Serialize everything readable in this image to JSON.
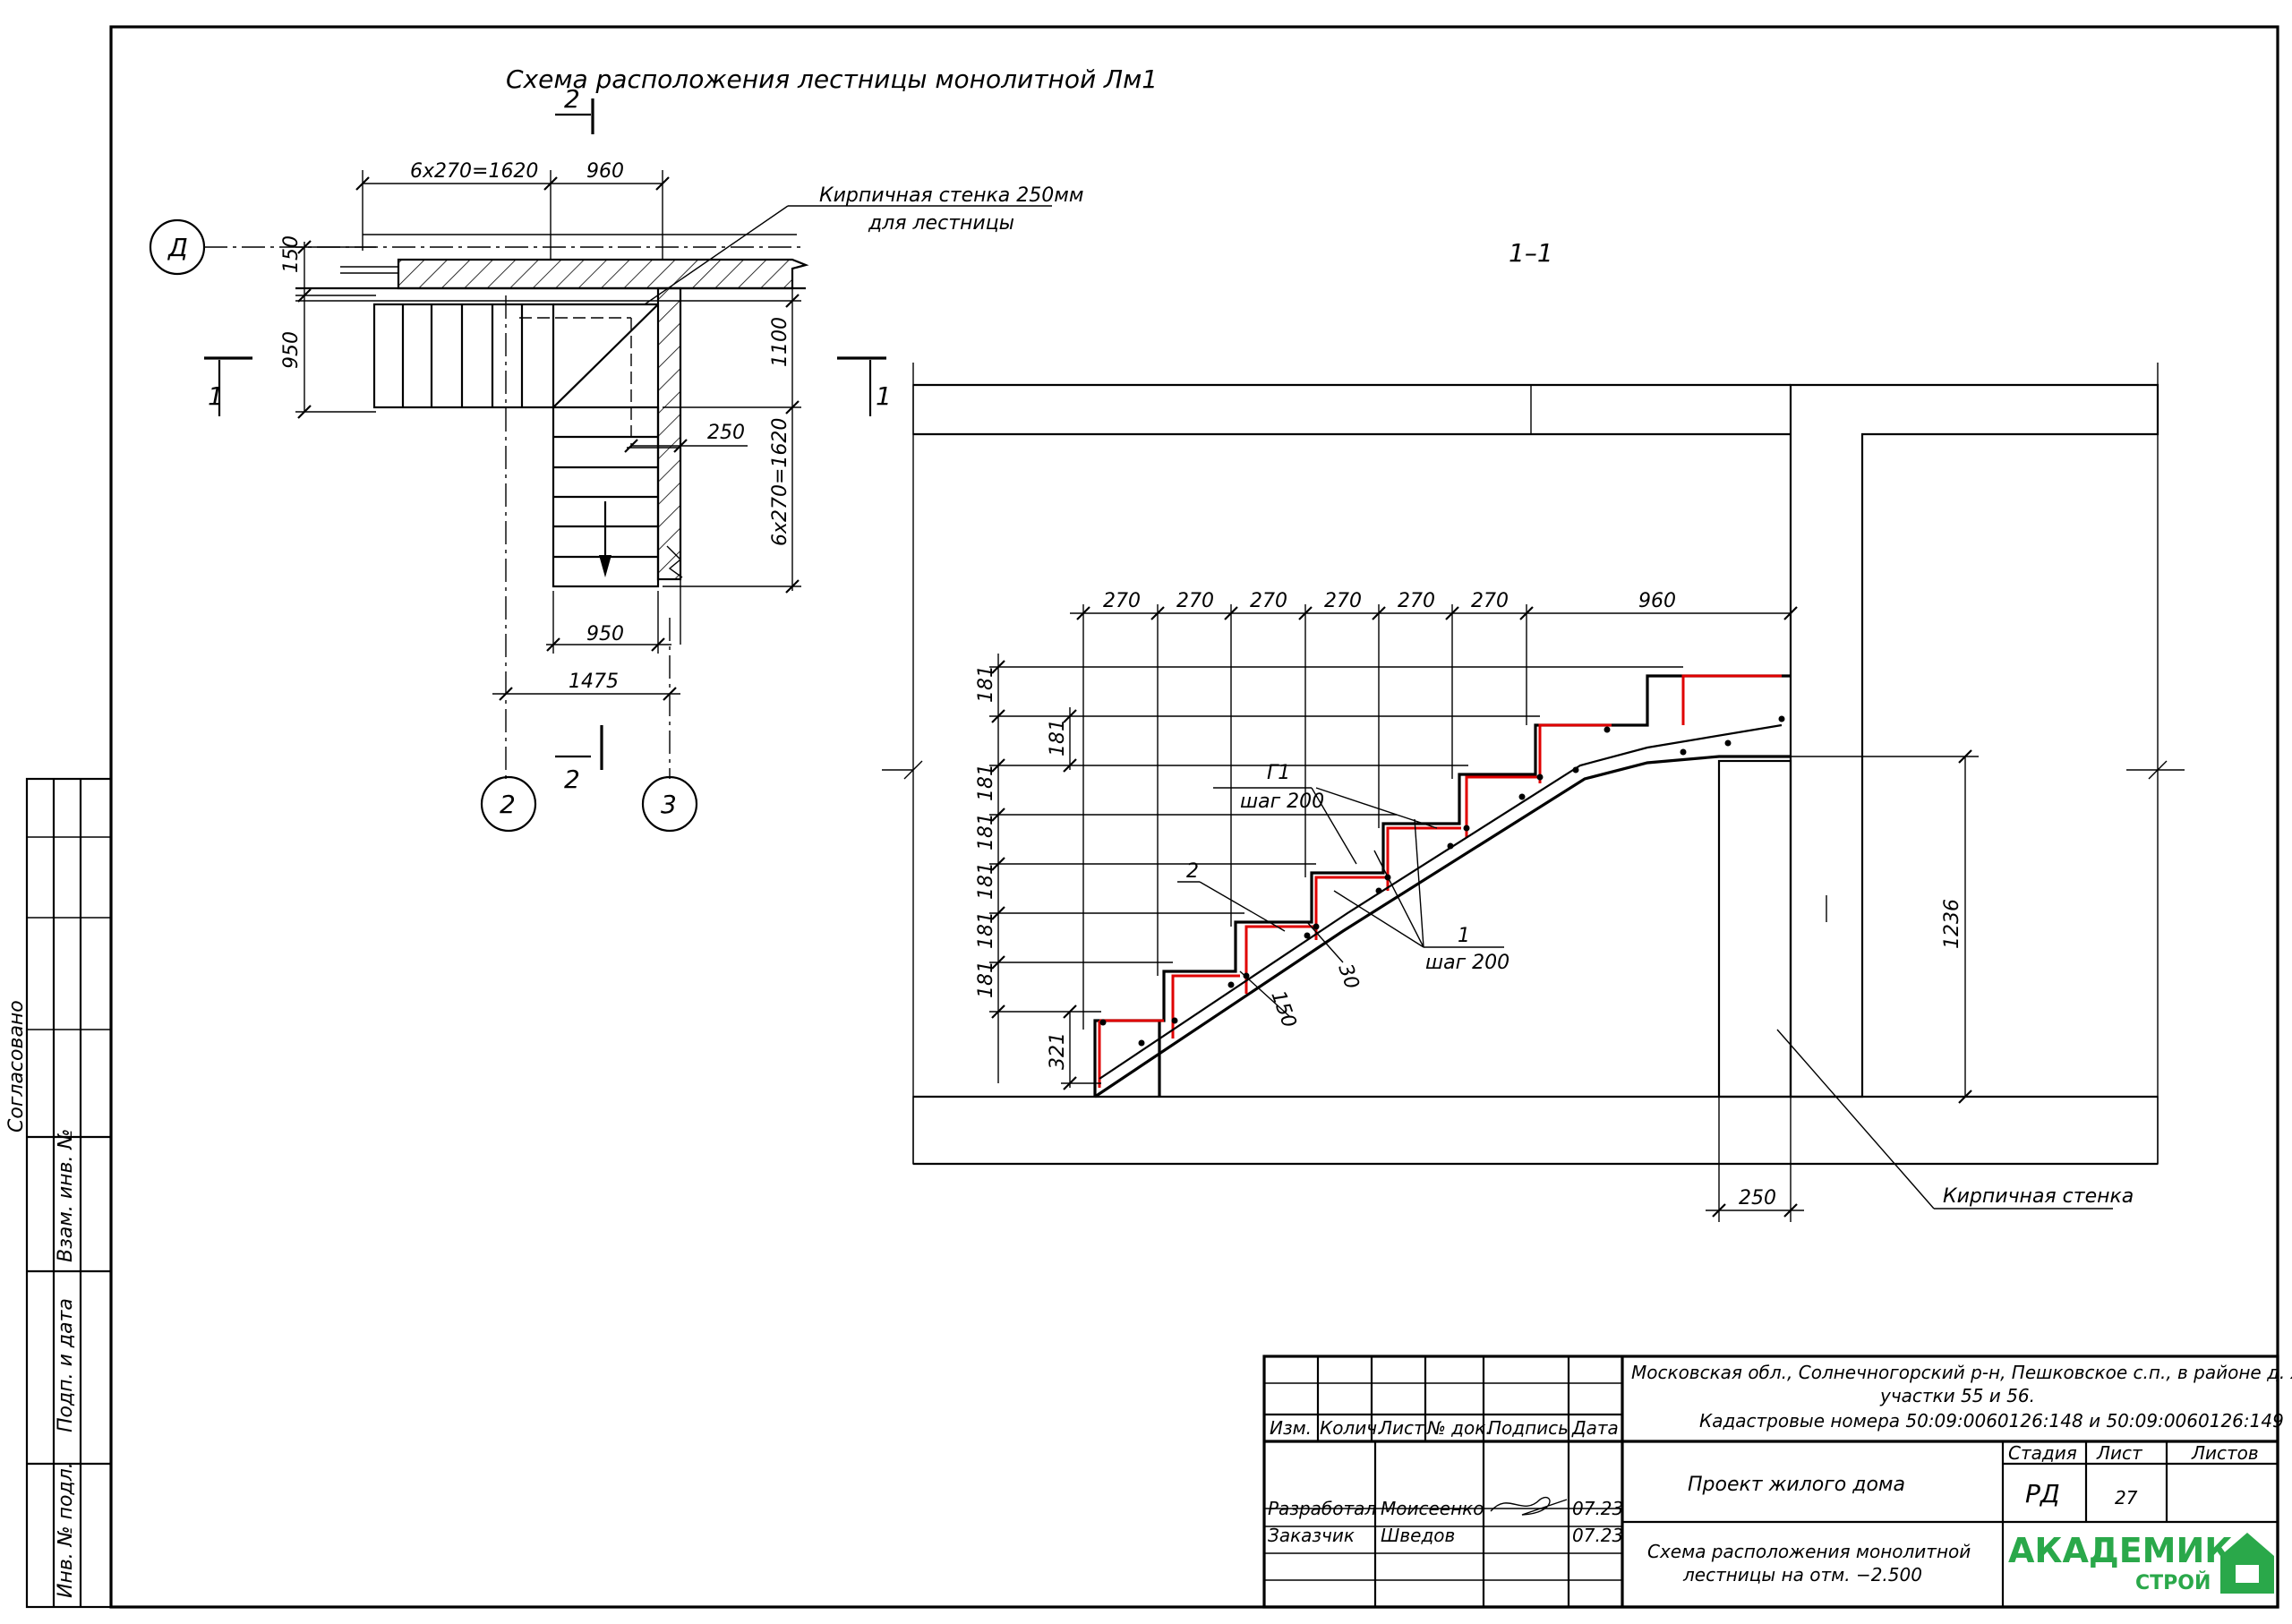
{
  "plan": {
    "title": "Схема расположения лестницы монолитной Лм1",
    "dims_top": [
      "6x270=1620",
      "960"
    ],
    "dims_left": [
      "150",
      "950"
    ],
    "dims_right": [
      "1100",
      "6x270=1620"
    ],
    "dim_250": "250",
    "dim_950": "950",
    "dim_1475": "1475",
    "wall_callout_line1": "Кирпичная стенка 250мм",
    "wall_callout_line2": "для лестницы",
    "axis_d": "Д",
    "axis_2": "2",
    "axis_3": "3",
    "section_1": "1",
    "section_2": "2"
  },
  "section": {
    "title": "1–1",
    "dims_top": [
      "270",
      "270",
      "270",
      "270",
      "270",
      "270",
      "960"
    ],
    "dims_left": [
      "181",
      "181",
      "181",
      "181",
      "181",
      "181",
      "181",
      "321"
    ],
    "dim_1236": "1236",
    "dim_250": "250",
    "dim_30": "30",
    "dim_150": "150",
    "callout_g1": "Г1",
    "callout_g1_step": "шаг 200",
    "callout_2": "2",
    "callout_1": "1",
    "callout_1_step": "шаг 200",
    "wall_label": "Кирпичная стенка",
    "rebar_color": "#e00000"
  },
  "side_stamp": {
    "agreed": "Согласовано",
    "vzam": "Взам. инв. №",
    "podp": "Подп. и дата",
    "inv": "Инв. № подл."
  },
  "title_block": {
    "headers": [
      "Изм.",
      "Колич.",
      "Лист",
      "№ док.",
      "Подпись",
      "Дата"
    ],
    "row1_role": "Разработал",
    "row1_name": "Моисеенко",
    "row1_date": "07.23",
    "row2_role": "Заказчик",
    "row2_name": "Шведов",
    "row2_date": "07.23",
    "address_line1": "Московская обл., Солнечногорский р-н, Пешковское с.п., в районе д. Холмы",
    "address_line2": "участки 55 и 56.",
    "address_line3": "Кадастровые номера 50:09:0060126:148 и 50:09:0060126:149",
    "project": "Проект жилого дома",
    "sheet_title_line1": "Схема расположения монолитной",
    "sheet_title_line2": "лестницы на отм. −2.500",
    "stage_label": "Стадия",
    "sheet_label": "Лист",
    "sheets_label": "Листов",
    "stage": "РД",
    "sheet": "27",
    "sheets": "",
    "logo_main": "АКАДЕМИК",
    "logo_sub": "СТРОЙ",
    "logo_color": "#2aa84a"
  }
}
